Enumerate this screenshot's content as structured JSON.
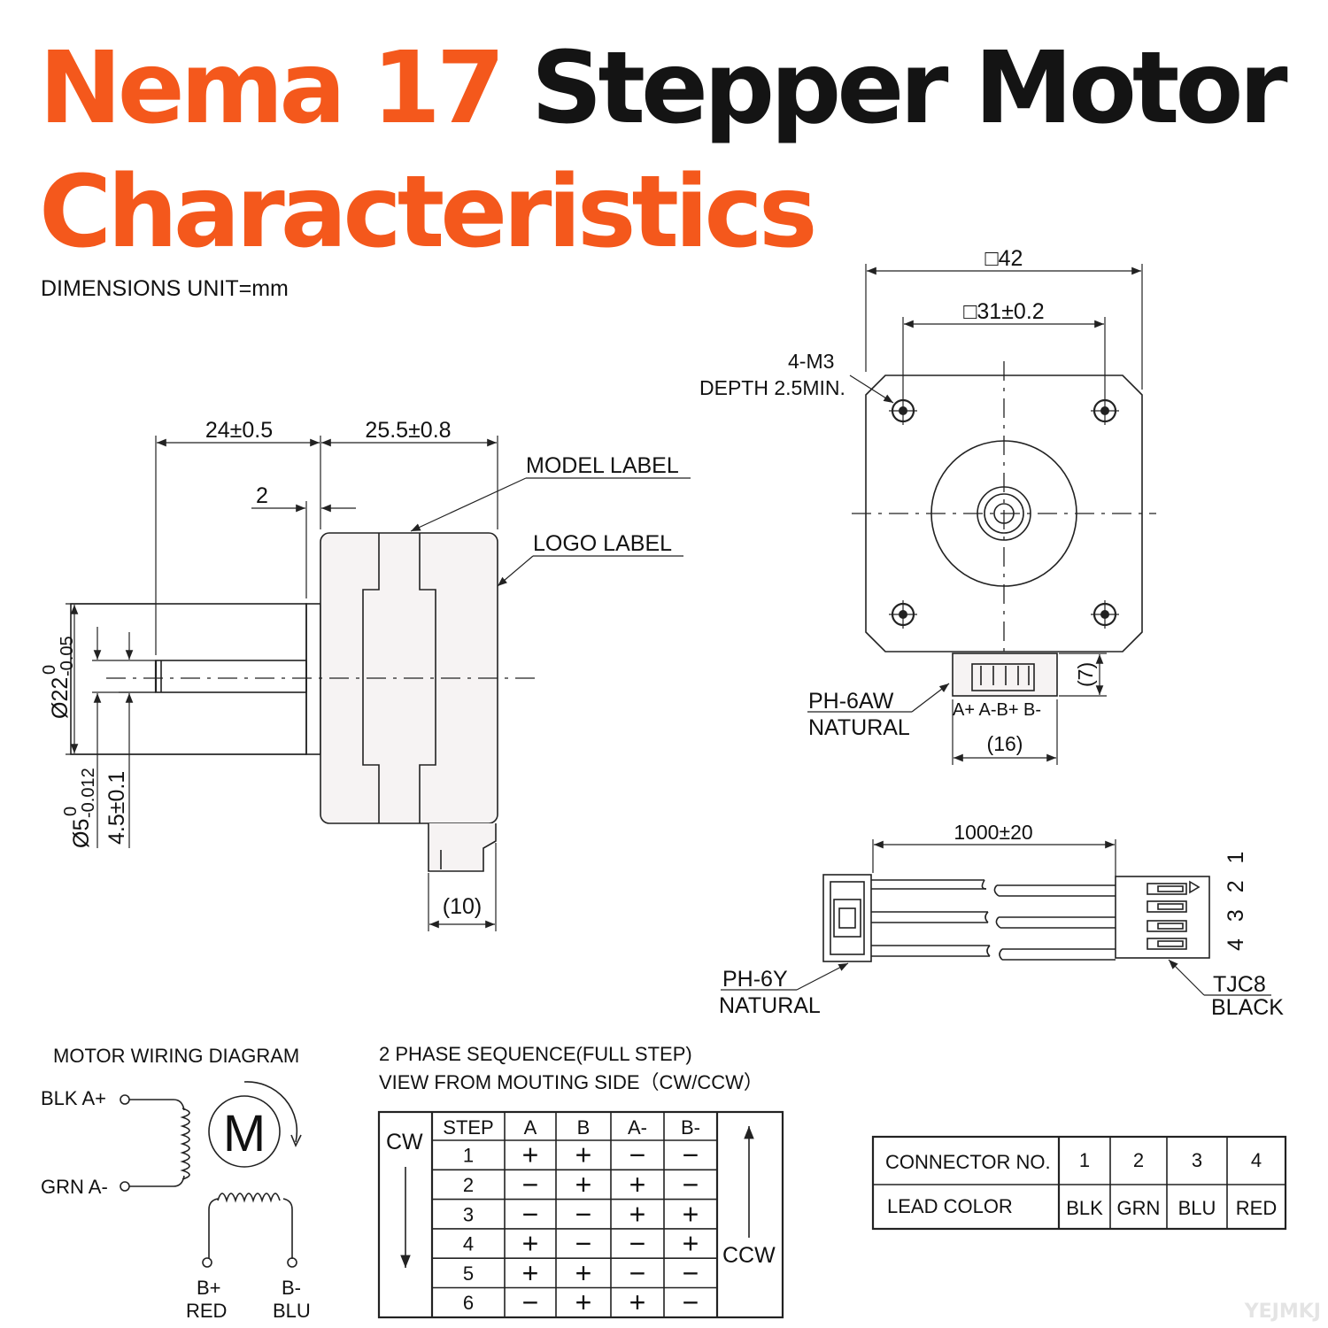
{
  "title": {
    "part1": "Nema 17",
    "part2": "Stepper Motor",
    "line2": "Characteristics"
  },
  "units_note": "DIMENSIONS UNIT=mm",
  "side_view": {
    "dim_flange_length": "24±0.5",
    "dim_body_length": "25.5±0.8",
    "dim_boss_depth": "2",
    "dim_boss_dia_base": "Ø22",
    "dim_boss_dia_tol_upper": "0",
    "dim_boss_dia_tol_lower": "-0.05",
    "dim_shaft_dia_base": "Ø5",
    "dim_shaft_dia_tol_upper": "0",
    "dim_shaft_dia_tol_lower": "-0.012",
    "dim_flat": "4.5±0.1",
    "dim_connector": "(10)",
    "label_model": "MODEL LABEL",
    "label_logo": "LOGO LABEL"
  },
  "front_view": {
    "dim_outer": "□42",
    "dim_hole_pitch": "□31±0.2",
    "hole_note_1": "4-M3",
    "hole_note_2": "DEPTH 2.5MIN.",
    "dim_connector_height": "(7)",
    "dim_connector_width": "(16)",
    "connector_type": "PH-6AW",
    "connector_color": "NATURAL",
    "pin_labels": "A+  A-B+  B-"
  },
  "cable": {
    "length": "1000±20",
    "pin_numbers": "4 3 2 1",
    "left_connector_type": "PH-6Y",
    "left_connector_color": "NATURAL",
    "right_connector_type": "TJC8",
    "right_connector_color": "BLACK"
  },
  "wiring": {
    "title": "MOTOR WIRING  DIAGRAM",
    "blk": "BLK  A+",
    "grn": "GRN  A-",
    "b_plus_1": "B+",
    "b_plus_2": "RED",
    "b_minus_1": "B-",
    "b_minus_2": "BLU",
    "motor_letter": "M"
  },
  "sequence": {
    "title_1": "2 PHASE SEQUENCE(FULL STEP)",
    "title_2": "VIEW FROM MOUTING SIDE（CW/CCW）",
    "cw": "CW",
    "ccw": "CCW",
    "headers": [
      "STEP",
      "A",
      "B",
      "A-",
      "B-"
    ],
    "rows": [
      [
        "1",
        "+",
        "+",
        "−",
        "−"
      ],
      [
        "2",
        "−",
        "+",
        "+",
        "−"
      ],
      [
        "3",
        "−",
        "−",
        "+",
        "+"
      ],
      [
        "4",
        "+",
        "−",
        "−",
        "+"
      ],
      [
        "5",
        "+",
        "+",
        "−",
        "−"
      ],
      [
        "6",
        "−",
        "+",
        "+",
        "−"
      ]
    ]
  },
  "connector_table": {
    "row1_label": "CONNECTOR NO.",
    "row2_label": "LEAD COLOR",
    "numbers": [
      "1",
      "2",
      "3",
      "4"
    ],
    "colors": [
      "BLK",
      "GRN",
      "BLU",
      "RED"
    ]
  },
  "watermark": "YEJMKJ"
}
